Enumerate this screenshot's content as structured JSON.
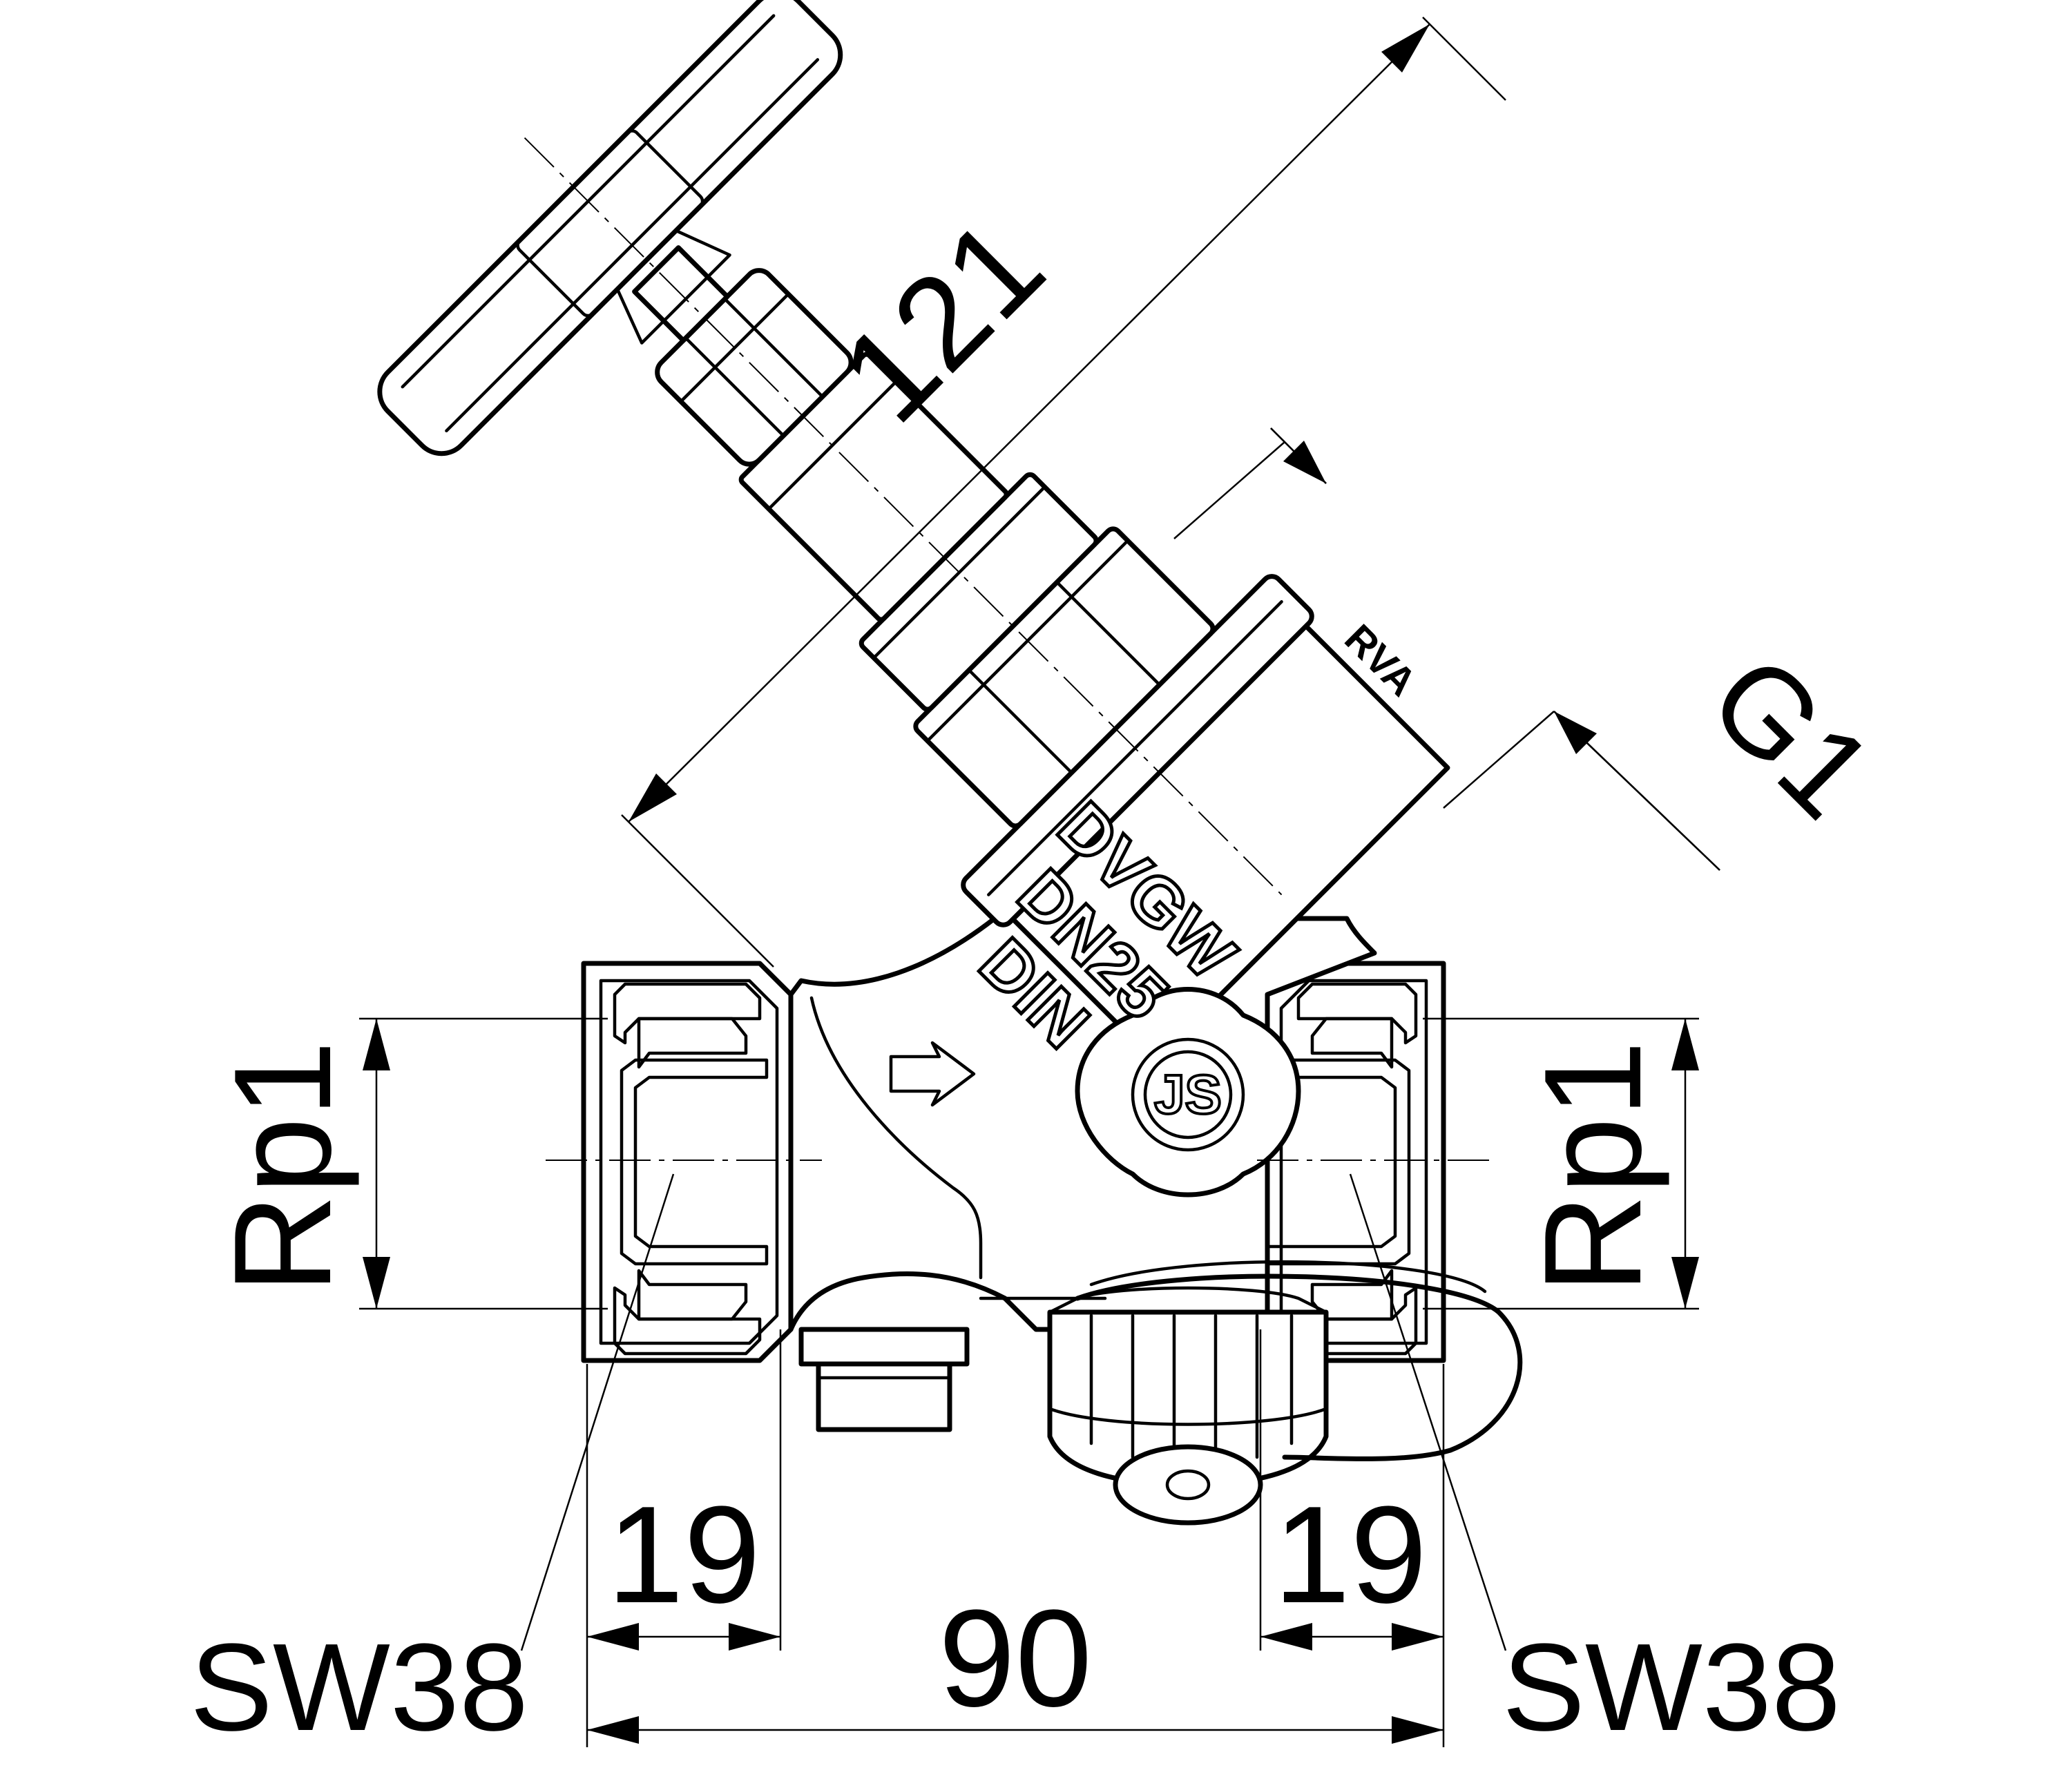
{
  "dimensions": {
    "overall_length": "121",
    "stem_thread": "G1",
    "port_left": "Rp1",
    "port_right": "Rp1",
    "thread_depth_left": "19",
    "thread_depth_right": "19",
    "body_length": "90",
    "wrench_left": "SW38",
    "wrench_right": "SW38"
  },
  "markings": {
    "body_line1": "DVGW",
    "body_line2": "DN25",
    "body_line3": "DIN",
    "bonnet": "RVA",
    "logo": "JS"
  },
  "colors": {
    "line": "#000000",
    "background": "#ffffff"
  }
}
